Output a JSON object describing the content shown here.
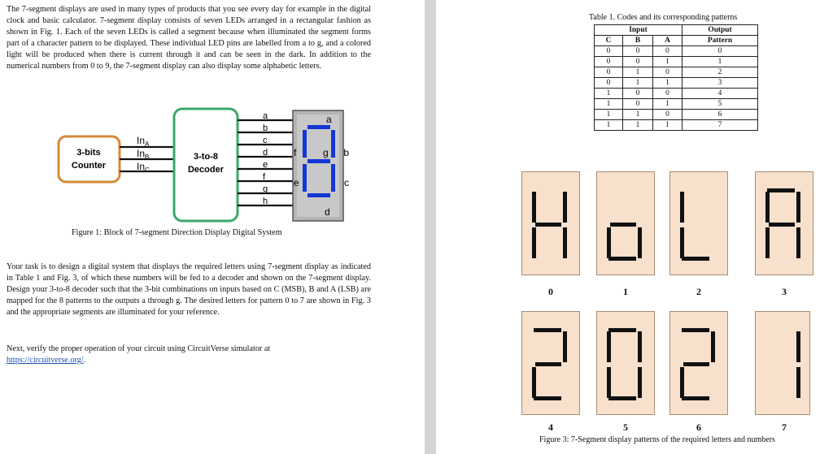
{
  "intro": {
    "text": "The 7-segment displays are used in many types of products that you see every day for example in the digital clock and basic calculator. 7-segment display consists of seven LEDs arranged in a rectangular fashion as shown in Fig. 1. Each of the seven LEDs is called a segment because when illuminated the segment forms part of a character pattern to be displayed. These individual LED pins are labelled from a to g, and a colored light will be produced when there is current through it and can be seen in the dark. In addition to the numerical numbers from 0 to 9, the 7-segment display can also display some alphabetic letters."
  },
  "figure1": {
    "counter_label_1": "3-bits",
    "counter_label_2": "Counter",
    "decoder_label_1": "3-to-8",
    "decoder_label_2": "Decoder",
    "inputs": [
      "In",
      "In",
      "In"
    ],
    "input_subs": [
      "A",
      "B",
      "C"
    ],
    "outputs": [
      "a",
      "b",
      "c",
      "d",
      "e",
      "f",
      "g",
      "h"
    ],
    "display_labels": {
      "a": "a",
      "b": "b",
      "c": "c",
      "d": "d",
      "e": "e",
      "f": "f",
      "g": "g"
    },
    "caption": "Figure 1: Block of 7-segment Direction Display Digital System"
  },
  "task": {
    "text": "Your task is to design a digital system that displays the required letters using 7-segment display as indicated in Table 1 and Fig. 3, of which these numbers will be fed to a decoder and shown on the 7-segment display. Design your 3-to-8 decoder such that the 3-bit combinations on inputs based on C (MSB), B and A (LSB) are mapped for the 8 patterns to the outputs a through g. The desired letters for pattern 0 to 7 are shown in Fig. 3 and the appropriate segments are illuminated for your reference.",
    "verify_text": "Next, verify the proper operation of your circuit using CircuitVerse simulator at",
    "url": "https://circuitverse.org/",
    "url_suffix": "."
  },
  "table1": {
    "title": "Table 1. Codes and its corresponding patterns",
    "group_input": "Input",
    "group_output": "Output",
    "headers": [
      "C",
      "B",
      "A",
      "Pattern"
    ],
    "rows": [
      [
        "0",
        "0",
        "0",
        "0"
      ],
      [
        "0",
        "0",
        "1",
        "1"
      ],
      [
        "0",
        "1",
        "0",
        "2"
      ],
      [
        "0",
        "1",
        "1",
        "3"
      ],
      [
        "1",
        "0",
        "0",
        "4"
      ],
      [
        "1",
        "0",
        "1",
        "5"
      ],
      [
        "1",
        "1",
        "0",
        "6"
      ],
      [
        "1",
        "1",
        "1",
        "7"
      ]
    ]
  },
  "figure3": {
    "patterns": [
      {
        "label": "0",
        "segments": [
          "b",
          "c",
          "e",
          "f",
          "g"
        ]
      },
      {
        "label": "1",
        "segments": [
          "c",
          "d",
          "e",
          "g"
        ]
      },
      {
        "label": "2",
        "segments": [
          "d",
          "e",
          "f"
        ]
      },
      {
        "label": "3",
        "segments": [
          "a",
          "b",
          "c",
          "e",
          "f",
          "g"
        ]
      },
      {
        "label": "4",
        "segments": [
          "a",
          "b",
          "d",
          "e",
          "g"
        ]
      },
      {
        "label": "5",
        "segments": [
          "a",
          "b",
          "c",
          "d",
          "e",
          "f"
        ]
      },
      {
        "label": "6",
        "segments": [
          "a",
          "b",
          "d",
          "e",
          "g"
        ]
      },
      {
        "label": "7",
        "segments": [
          "b",
          "c"
        ]
      }
    ],
    "caption": "Figure 3: 7-Segment display patterns of the required letters and numbers"
  }
}
